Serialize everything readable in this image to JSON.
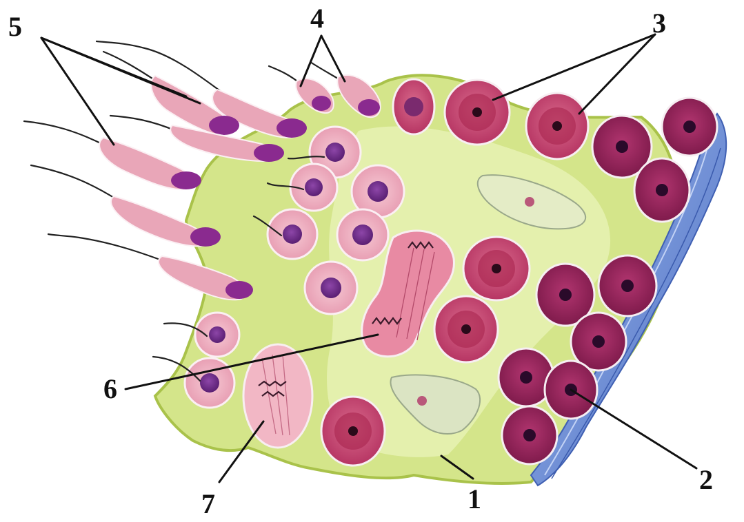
{
  "labels": {
    "l1": "1",
    "l2": "2",
    "l3": "3",
    "l4": "4",
    "l5": "5",
    "l6": "6",
    "l7": "7"
  },
  "colors": {
    "sertoli_cytoplasm": "#d4e58a",
    "sertoli_edge": "#a9c24a",
    "basement_membrane": "#6f8fd6",
    "spermatogonium": "#8e1f57",
    "spermatocyte": "#c43b6a",
    "spermatid": "#e9a6b8",
    "sperm_head": "#8a2a8f",
    "nucleus": "#6a2a8a"
  }
}
